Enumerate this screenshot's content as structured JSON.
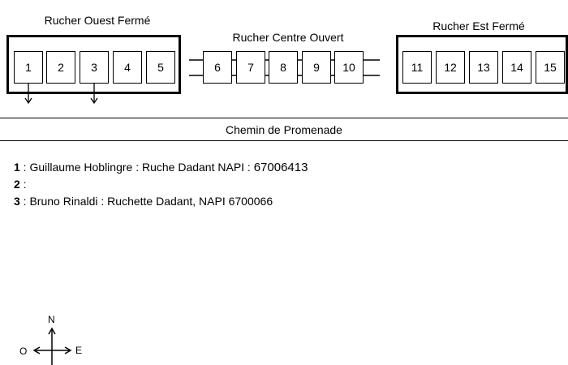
{
  "groups": {
    "west": {
      "title": "Rucher Ouest Fermé",
      "hives": [
        "1",
        "2",
        "3",
        "4",
        "5"
      ]
    },
    "center": {
      "title": "Rucher Centre Ouvert",
      "hives": [
        "6",
        "7",
        "8",
        "9",
        "10"
      ]
    },
    "east": {
      "title": "Rucher Est Fermé",
      "hives": [
        "11",
        "12",
        "13",
        "14",
        "15"
      ]
    }
  },
  "path_label": "Chemin de Promenade",
  "legend": [
    {
      "num": "1",
      "text": " : Guillaume Hoblingre : Ruche Dadant NAPI : ",
      "value": "67006413"
    },
    {
      "num": "2",
      "text": " :",
      "value": ""
    },
    {
      "num": "3",
      "text": " : Bruno Rinaldi : Ruchette Dadant, NAPI 6700066",
      "value": ""
    }
  ],
  "compass": {
    "north": "N",
    "west": "O",
    "east": "E"
  }
}
